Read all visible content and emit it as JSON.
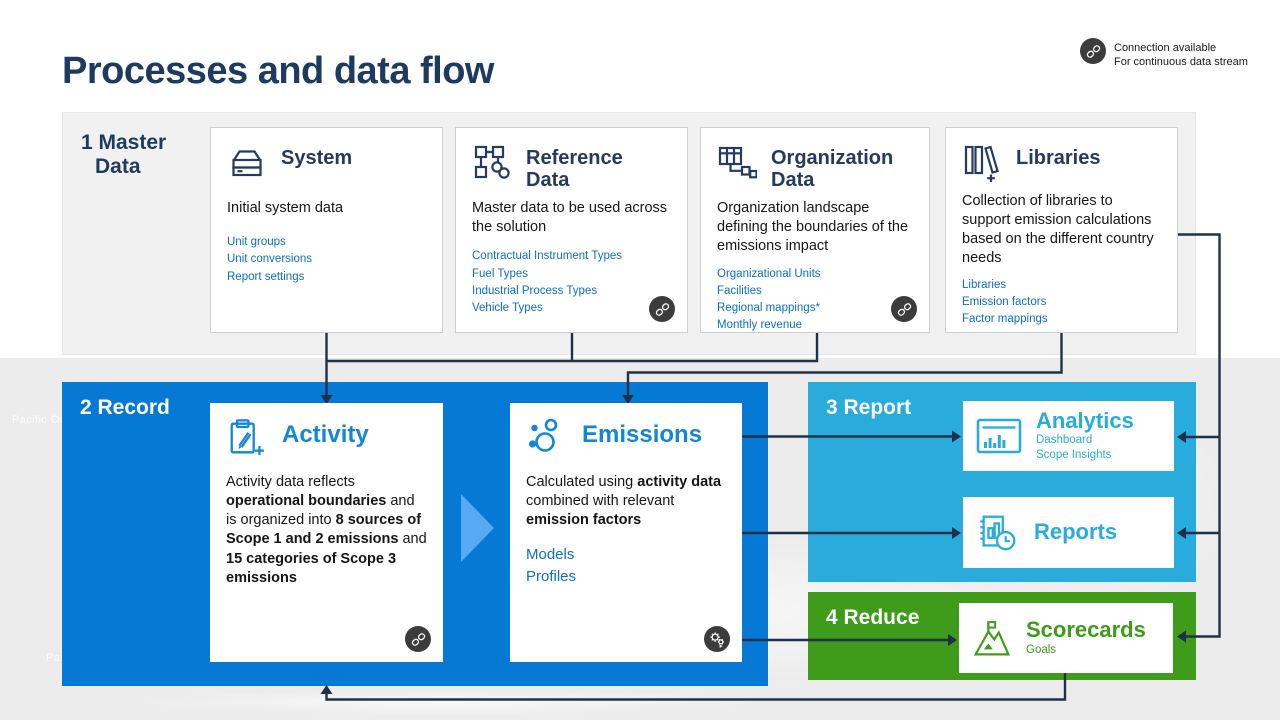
{
  "title": "Processes and data flow",
  "connection_note": {
    "line1": "Connection available",
    "line2": "For continuous data stream"
  },
  "map_labels": {
    "label1": "Pacific Oc",
    "label2": "Pac"
  },
  "sections": {
    "master": {
      "label_line1": "1 Master",
      "label_line2": "Data"
    },
    "record": {
      "label": "2 Record"
    },
    "report": {
      "label": "3 Report"
    },
    "reduce": {
      "label": "4 Reduce"
    }
  },
  "cards": {
    "system": {
      "title": "System",
      "body": "Initial system data",
      "links": [
        "Unit groups",
        "Unit conversions",
        "Report settings"
      ]
    },
    "reference": {
      "title": "Reference Data",
      "body": "Master data to be used across the solution",
      "links": [
        "Contractual Instrument Types",
        "Fuel Types",
        "Industrial Process Types",
        "Vehicle Types"
      ]
    },
    "organization": {
      "title": "Organization Data",
      "body": "Organization landscape defining the boundaries of the emissions impact",
      "links": [
        "Organizational Units",
        "Facilities",
        "Regional mappings*",
        "Monthly revenue"
      ]
    },
    "libraries": {
      "title": "Libraries",
      "body": "Collection of libraries to support emission calculations based on the different country needs",
      "links": [
        "Libraries",
        "Emission factors",
        "Factor mappings"
      ]
    },
    "activity": {
      "title": "Activity",
      "body": [
        {
          "t": "Activity data reflects "
        },
        {
          "t": "operational boundaries",
          "b": 1
        },
        {
          "t": " and is organized into "
        },
        {
          "t": "8 sources of Scope 1 and 2 emissions",
          "b": 1
        },
        {
          "t": " and"
        },
        {
          "br": 1
        },
        {
          "t": "15 categories of Scope 3 emissions",
          "b": 1
        }
      ]
    },
    "emissions": {
      "title": "Emissions",
      "body": [
        {
          "t": "Calculated using "
        },
        {
          "t": "activity data",
          "b": 1
        },
        {
          "t": " combined with relevant "
        },
        {
          "t": "emission factors",
          "b": 1
        }
      ],
      "links": [
        "Models",
        "Profiles"
      ]
    },
    "analytics": {
      "title": "Analytics",
      "links": [
        "Dashboard",
        "Scope Insights"
      ]
    },
    "reports": {
      "title": "Reports"
    },
    "scorecards": {
      "title": "Scorecards",
      "links": [
        "Goals"
      ]
    }
  },
  "icons": {
    "system": "server-stack",
    "reference": "linked-nodes",
    "organization": "grid-org-chart",
    "libraries": "books-add",
    "activity": "clipboard-pen-add",
    "emissions": "bubbles",
    "analytics": "bar-chart-window",
    "reports": "ledger-clock",
    "scorecards": "mountain-flag",
    "connection_badge": "link-plug",
    "emissions_badge": "gears"
  },
  "colors": {
    "navy": "#1f3a5f",
    "line": "#203048",
    "blue": "#0679d4",
    "chevron": "#58a9f3",
    "cyan": "#29acdb",
    "green": "#3f9b1a",
    "link": "#0d6fc0",
    "rectitle": "#1286d8",
    "badge": "#3c3c3c",
    "masterbg": "#f1f1f1",
    "pagegray": "#ececec",
    "cardborder": "#cfcfcf"
  }
}
